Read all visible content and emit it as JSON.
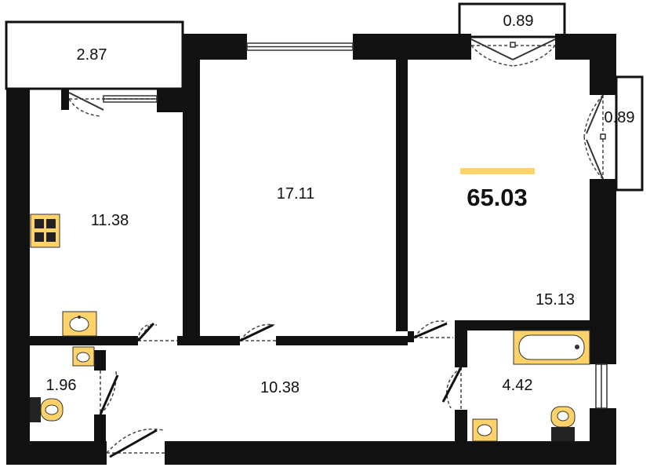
{
  "plan": {
    "total_area": "65.03",
    "colors": {
      "wall": "#111111",
      "accent": "#FFD36A",
      "fixture": "#FFD36A",
      "door": "#444444"
    },
    "rooms": {
      "balcony_left": {
        "area": "2.87"
      },
      "balcony_top_right": {
        "area": "0.89"
      },
      "balcony_right": {
        "area": "0.89"
      },
      "kitchen": {
        "area": "11.38"
      },
      "bedroom": {
        "area": "17.11"
      },
      "living_room": {
        "area": "15.13"
      },
      "toilet": {
        "area": "1.96"
      },
      "hallway": {
        "area": "10.38"
      },
      "bathroom": {
        "area": "4.42"
      }
    },
    "icons": {
      "stove": "stove-icon",
      "kitchen_sink": "sink-icon",
      "toilet_sink": "sink-icon",
      "toilet_bowl": "toilet-icon",
      "bathtub": "bathtub-icon",
      "bath_sink": "sink-icon",
      "bath_toilet": "toilet-icon"
    }
  }
}
